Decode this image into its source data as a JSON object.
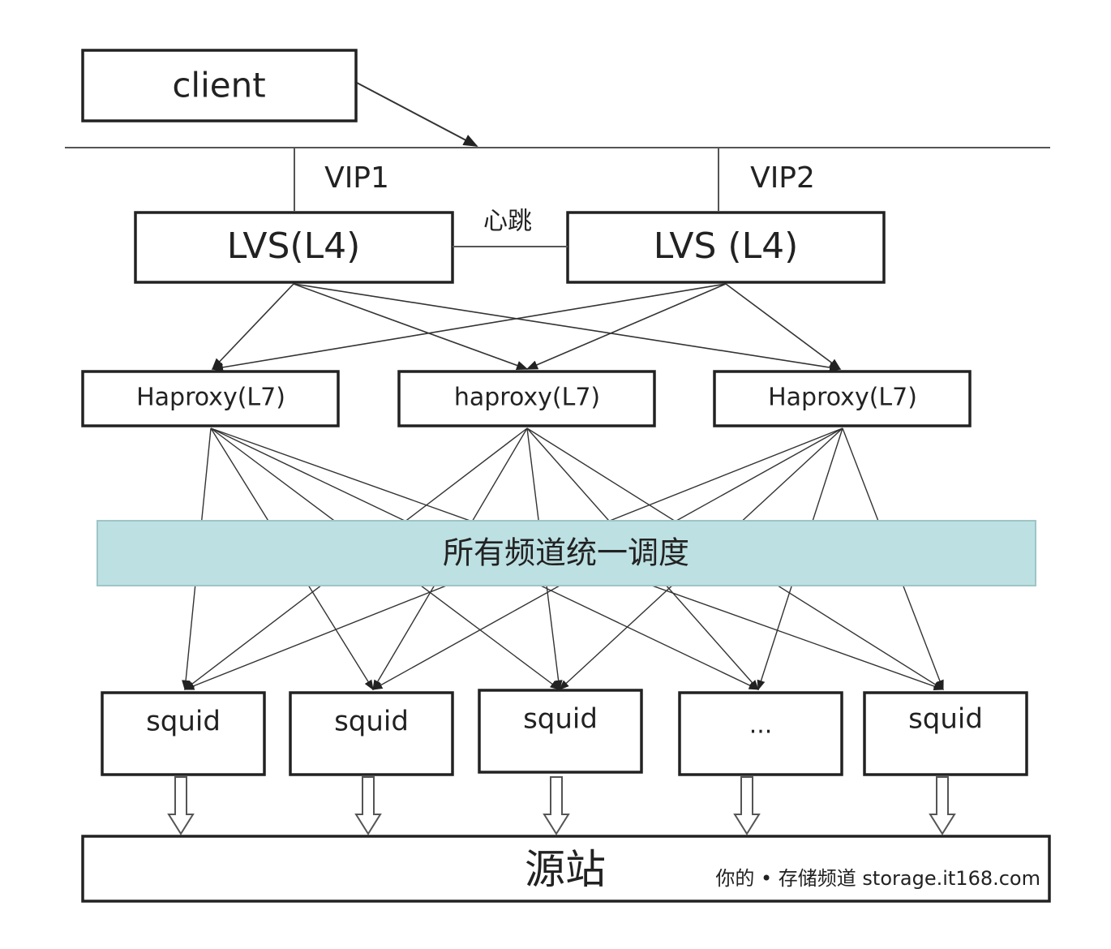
{
  "client": {
    "label": "client"
  },
  "vips": [
    {
      "label": "VIP1"
    },
    {
      "label": "VIP2"
    }
  ],
  "lvs": [
    {
      "label": "LVS(L4)"
    },
    {
      "label": "LVS (L4)"
    }
  ],
  "heartbeat": {
    "label": "心跳"
  },
  "haproxy": [
    {
      "label": "Haproxy(L7)"
    },
    {
      "label": "haproxy(L7)"
    },
    {
      "label": "Haproxy(L7)"
    }
  ],
  "scheduler": {
    "label": "所有频道统一调度",
    "color": "#bde0e2"
  },
  "squids": [
    {
      "label": "squid"
    },
    {
      "label": "squid"
    },
    {
      "label": "squid"
    },
    {
      "label": "..."
    },
    {
      "label": "squid"
    }
  ],
  "origin": {
    "label": "源站"
  },
  "watermark": {
    "label": "你的 • 存储频道  storage.it168.com"
  }
}
